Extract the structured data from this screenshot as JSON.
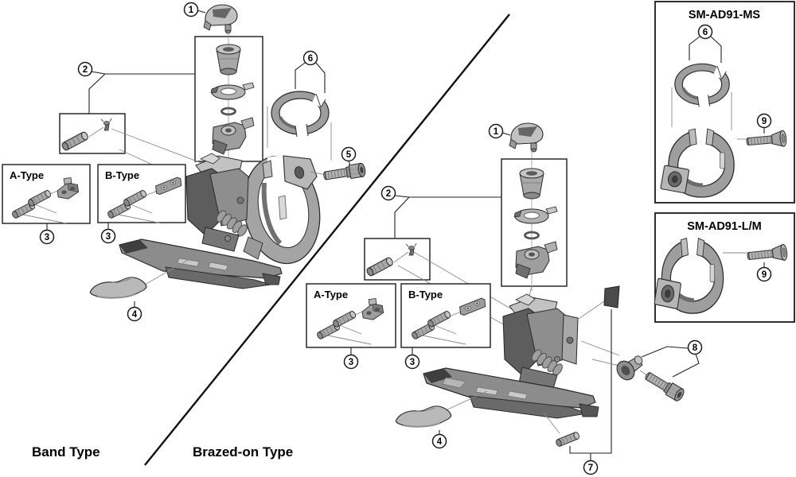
{
  "diagram": {
    "section_labels": {
      "band": "Band Type",
      "brazed": "Brazed-on Type"
    },
    "inset_titles": {
      "ms": "SM-AD91-MS",
      "lm": "SM-AD91-L/M"
    },
    "variant_labels": {
      "a": "A-Type",
      "b": "B-Type"
    },
    "callouts": {
      "c1": "1",
      "c2": "2",
      "c3": "3",
      "c4": "4",
      "c5": "5",
      "c6": "6",
      "c7": "7",
      "c8": "8",
      "c9": "9"
    },
    "colors": {
      "background": "#ffffff",
      "outline": "#2b2b2b",
      "part_light": "#c9c9c9",
      "part_mid": "#a0a0a0",
      "part_dark": "#5d5d5d",
      "pad_dark": "#4b4b4b"
    }
  }
}
